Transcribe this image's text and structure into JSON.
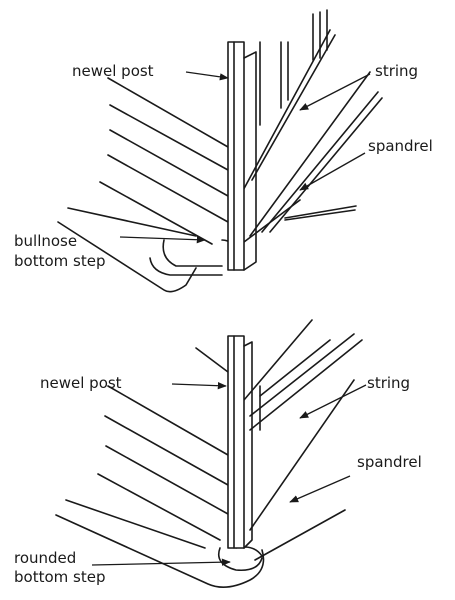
{
  "diagrams": [
    {
      "labels": {
        "newel_post": "newel post",
        "string": "string",
        "spandrel": "spandrel",
        "bottom_step_line1": "bullnose",
        "bottom_step_line2": "bottom step"
      }
    },
    {
      "labels": {
        "newel_post": "newel post",
        "string": "string",
        "spandrel": "spandrel",
        "bottom_step_line1": "rounded",
        "bottom_step_line2": "bottom step"
      }
    }
  ],
  "colors": {
    "ink": "#1a1a1a",
    "paper": "#ffffff"
  }
}
